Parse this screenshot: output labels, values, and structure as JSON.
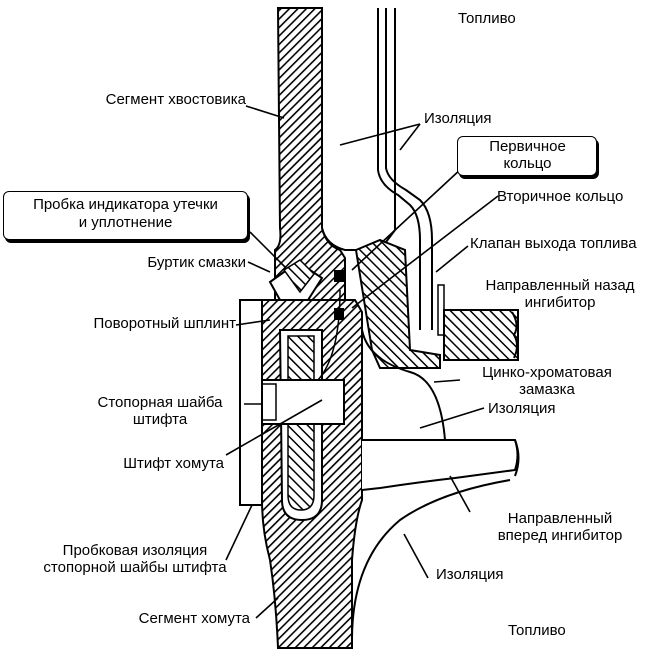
{
  "labels": {
    "fuel_top": "Топливо",
    "shank_segment": "Сегмент хвостовика",
    "insulation_top": "Изоляция",
    "primary_ring": [
      "Первичное",
      "кольцо"
    ],
    "leak_plug": [
      "Пробка индикатора утечки",
      "и уплотнение"
    ],
    "secondary_ring": "Вторичное кольцо",
    "fuel_valve": "Клапан выхода топлива",
    "grease_bead": "Буртик смазки",
    "back_inhibitor": [
      "Направленный назад",
      "ингибитор"
    ],
    "pivot_pin": "Поворотный шплинт",
    "zinc_putty": [
      "Цинко-хроматовая",
      "замазка"
    ],
    "pin_washer": [
      "Стопорная шайба",
      "штифта"
    ],
    "insulation_mid": "Изоляция",
    "clevis_pin": "Штифт хомута",
    "fwd_inhibitor": [
      "Направленный",
      "вперед ингибитор"
    ],
    "cork_insulation": [
      "Пробковая изоляция",
      "стопорной шайбы штифта"
    ],
    "insulation_low": "Изоляция",
    "clevis_segment": "Сегмент хомута",
    "fuel_bottom": "Топливо"
  },
  "colors": {
    "ink": "#000000",
    "paper": "#ffffff"
  }
}
